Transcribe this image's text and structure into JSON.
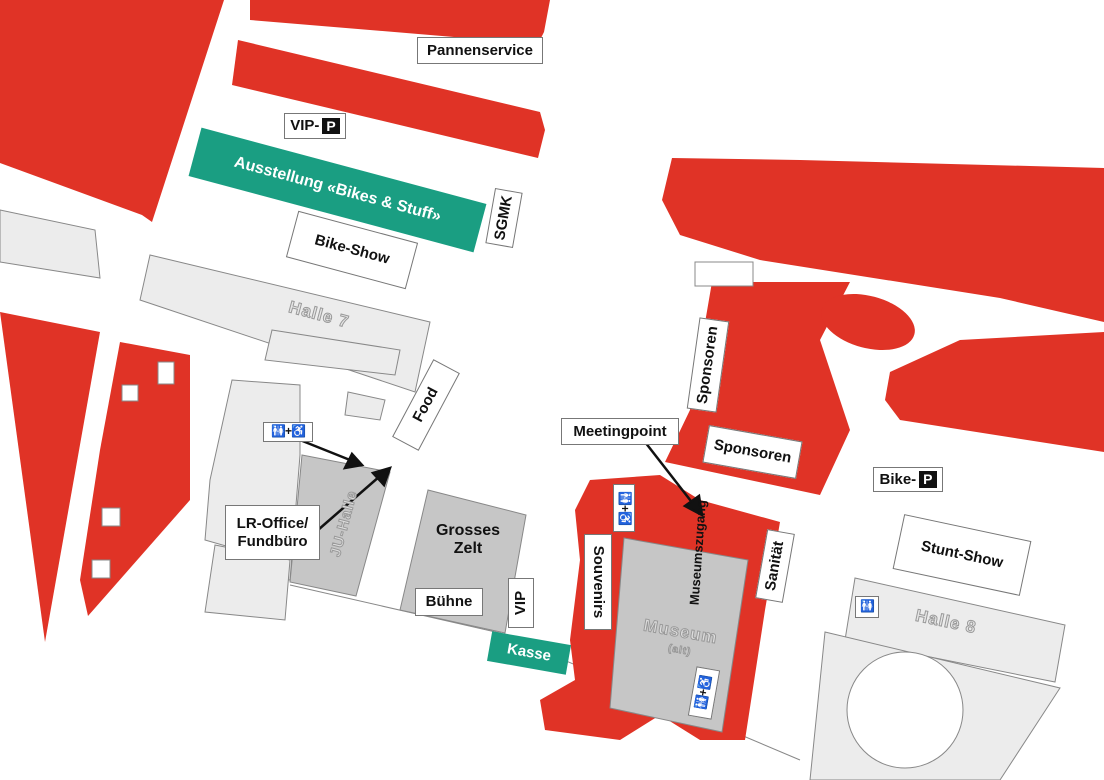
{
  "colors": {
    "red": "#e03326",
    "green": "#1a9e82",
    "building": "#c6c6c6",
    "hall": "#ececec"
  },
  "labels": {
    "pannenservice": "Pannenservice",
    "vip_parking": "VIP-",
    "parking_symbol": "P",
    "ausstellung": "Ausstellung «Bikes & Stuff»",
    "sgmk": "SGMK",
    "bike_show": "Bike-Show",
    "halle7": "Halle 7",
    "food": "Food",
    "lr_office": "LR-Office/ Fundbüro",
    "ju_halle": "JU-Halle",
    "grosses_zelt": "Grosses Zelt",
    "buehne": "Bühne",
    "vip": "VIP",
    "kasse": "Kasse",
    "souvenirs": "Souvenirs",
    "meetingpoint": "Meetingpoint",
    "museumszugang": "Museumszugang",
    "sanitaet": "Sanität",
    "museum": "Museum",
    "museum_sub": "(alt)",
    "sponsoren_1": "Sponsoren",
    "sponsoren_2": "Sponsoren",
    "bike_parking": "Bike-",
    "stunt_show": "Stunt-Show",
    "halle8": "Halle 8",
    "toilets_accessible": "🚻+♿",
    "toilets": "🚻"
  }
}
